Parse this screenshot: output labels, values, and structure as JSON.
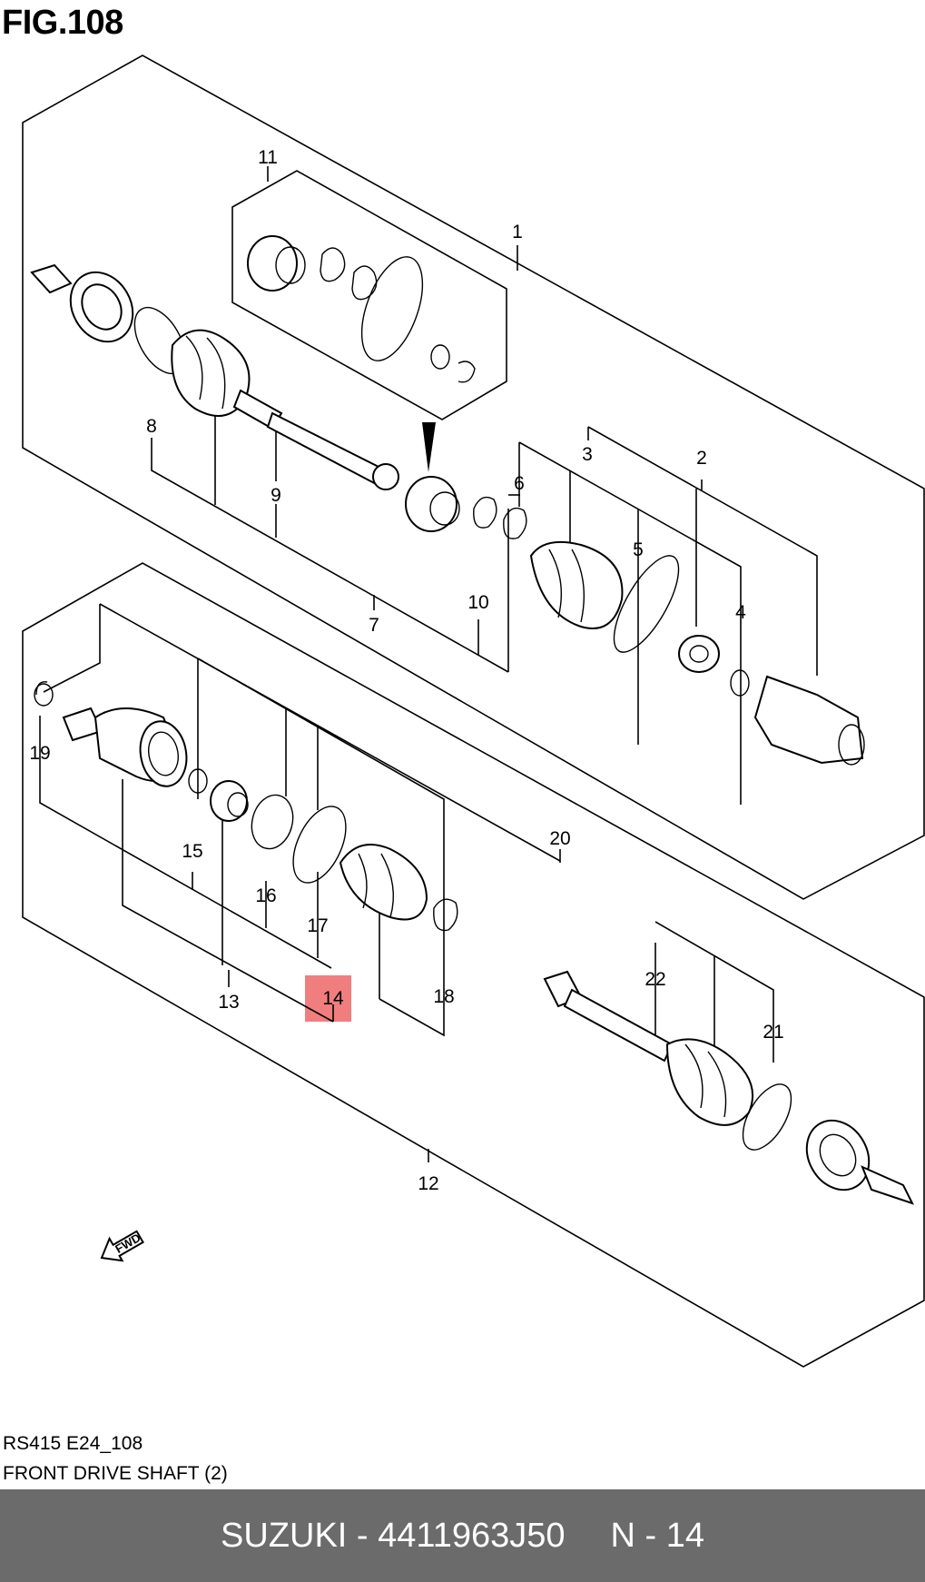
{
  "figure": {
    "title": "FIG.108"
  },
  "callouts": {
    "c1": "1",
    "c2": "2",
    "c3": "3",
    "c4": "4",
    "c5": "5",
    "c6": "6",
    "c7": "7",
    "c8": "8",
    "c9": "9",
    "c10": "10",
    "c11": "11",
    "c12": "12",
    "c13": "13",
    "c14": "14",
    "c15": "15",
    "c16": "16",
    "c17": "17",
    "c18": "18",
    "c19": "19",
    "c20": "20",
    "c21": "21",
    "c22": "22"
  },
  "highlight": {
    "callout": "14",
    "color": "#f07070"
  },
  "fwd_label": "FWD",
  "caption": {
    "model_code": "RS415 E24_108",
    "diagram_name": "FRONT DRIVE SHAFT (2)"
  },
  "footer": {
    "brand_part": "SUZUKI - 4411963J50",
    "position": "N - 14",
    "background": "#6b6b6b"
  }
}
